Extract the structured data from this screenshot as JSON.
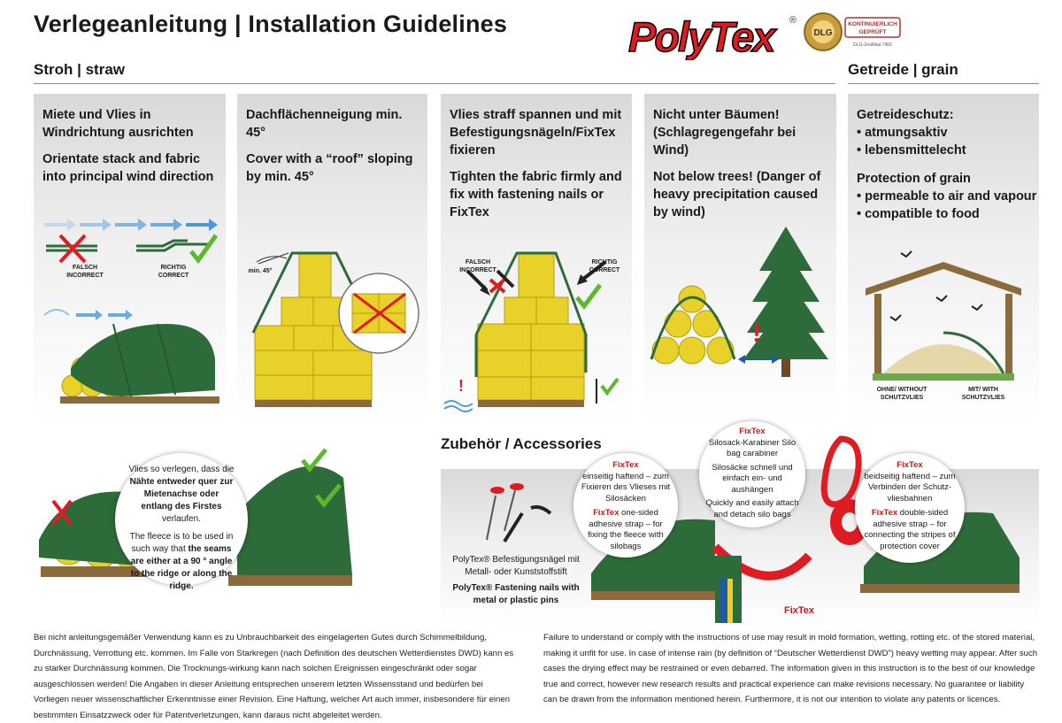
{
  "header": {
    "title": "Verlegeanleitung | Installation Guidelines",
    "brand": "PolyTex",
    "brand_reg": "®",
    "seal_text": "DLG",
    "seal_badge": "KONTINUIERLICH GEPRÜFT",
    "seal_sub": "DLG-Zertifikat 7969"
  },
  "sections": {
    "straw": "Stroh | straw",
    "grain": "Getreide | grain",
    "accessories": "Zubehör / Accessories"
  },
  "panels": [
    {
      "lines": [
        "Miete und Vlies in Windrichtung ausrichten",
        "Orientate stack and fabric into principal wind direction"
      ],
      "label_wrong": "FALSCH\nINCORRECT",
      "label_right": "RICHTIG\nCORRECT"
    },
    {
      "lines": [
        "Dachflächenneigung min. 45°",
        "Cover with a “roof” sloping by min. 45°"
      ],
      "angle_label": "min. 45°"
    },
    {
      "lines": [
        "Vlies straff spannen und mit Befestigungsnägeln/FixTex fixieren",
        "Tighten the fabric firmly and fix with fastening nails or FixTex"
      ],
      "label_wrong": "FALSCH\nINCORRECT",
      "label_right": "RICHTIG\nCORRECT"
    },
    {
      "lines": [
        "Nicht unter Bäumen! (Schlagregengefahr bei Wind)",
        "Not below trees! (Danger of heavy precipitation caused by wind)"
      ]
    },
    {
      "lines": [
        "Getreideschutz:",
        "• atmungsaktiv",
        "• lebensmittelecht",
        "Protection of grain",
        "• permeable to air and vapour",
        "• compatible to food"
      ],
      "label_left": "OHNE/ WITHOUT\nSCHUTZVLIES",
      "label_right": "MIT/ WITH\nSCHUTZVLIES"
    }
  ],
  "seam_note": {
    "de_pre": "Vlies so verlegen, dass die ",
    "de_bold": "Nähte entweder quer zur Mietenachse oder entlang des Firstes",
    "de_post": " verlaufen.",
    "en_pre": "The fleece is to be used in such way that ",
    "en_bold": "the seams are either at a 90 ° angle to the ridge or along the ridge."
  },
  "accessories": {
    "nails_de": "PolyTex® Befestigungsnägel mit Metall- oder Kunststoffstift",
    "nails_en": "PolyTex® Fastening nails with metal or plastic pins",
    "one_sided": {
      "brand": "FixTex",
      "de": "einseitig haftend – zum Fixieren des Vlieses mit Silosäcken",
      "en_brand": "FixTex",
      "en": " one-sided adhesive strap – for fixing the fleece with silobags"
    },
    "carabiner": {
      "brand": "FixTex",
      "title": "Silosack-Karabiner Silo bag carabiner",
      "de": "Silosäcke schnell und einfach ein- und aushängen",
      "en": "Quickly and easily attach and detach silo bags"
    },
    "double_sided": {
      "brand": "FixTex",
      "de": "beidseitig haftend – zum Verbinden der Schutz-vliesbahnen",
      "en_brand": "FixTex",
      "en": " double-sided adhesive strap – for connecting the stripes of protection cover"
    },
    "tape_label": "FixTex"
  },
  "footer": {
    "de": "Bei nicht anleitungsgemäßer Verwendung kann es zu Unbrauchbarkeit des eingelagerten Gutes durch Schimmelbildung, Durchnässung, Verrottung etc. kommen. Im Falle von Starkregen (nach Definition des deutschen Wetterdienstes DWD) kann es zu starker Durchnässung kommen. Die Trocknungs-wirkung kann nach solchen Ereignissen eingeschränkt oder sogar ausgeschlossen werden! Die Angaben in dieser Anleitung entsprechen unserem letzten Wissensstand und bedürfen bei Vorliegen neuer wissenschaftlicher Erkenntnisse einer Revision. Eine Haftung, welcher Art auch immer, insbesondere für einen bestimmten Einsatzzweck oder für Patentverletzungen, kann daraus nicht abgeleitet werden.",
    "en": "Failure to understand or comply with the instructions of use may result in mold formation, wetting, rotting etc. of the stored material, making it unfit for use. In case of intense rain (by definition of “Deutscher Wetterdienst DWD”) heavy wetting may appear. After such cases the drying effect may be restrained or even debarred. The information given in this instruction is to the best of our knowledge true and correct, however new research results and practical experience can make revisions necessary. No guarantee or liability can be drawn from the information mentioned herein. Furthermore, it is not our intention to violate any patents or licences."
  },
  "colors": {
    "green": "#2e6b3a",
    "hay": "#e8d22a",
    "red": "#e01b22",
    "check": "#5cb82e"
  }
}
